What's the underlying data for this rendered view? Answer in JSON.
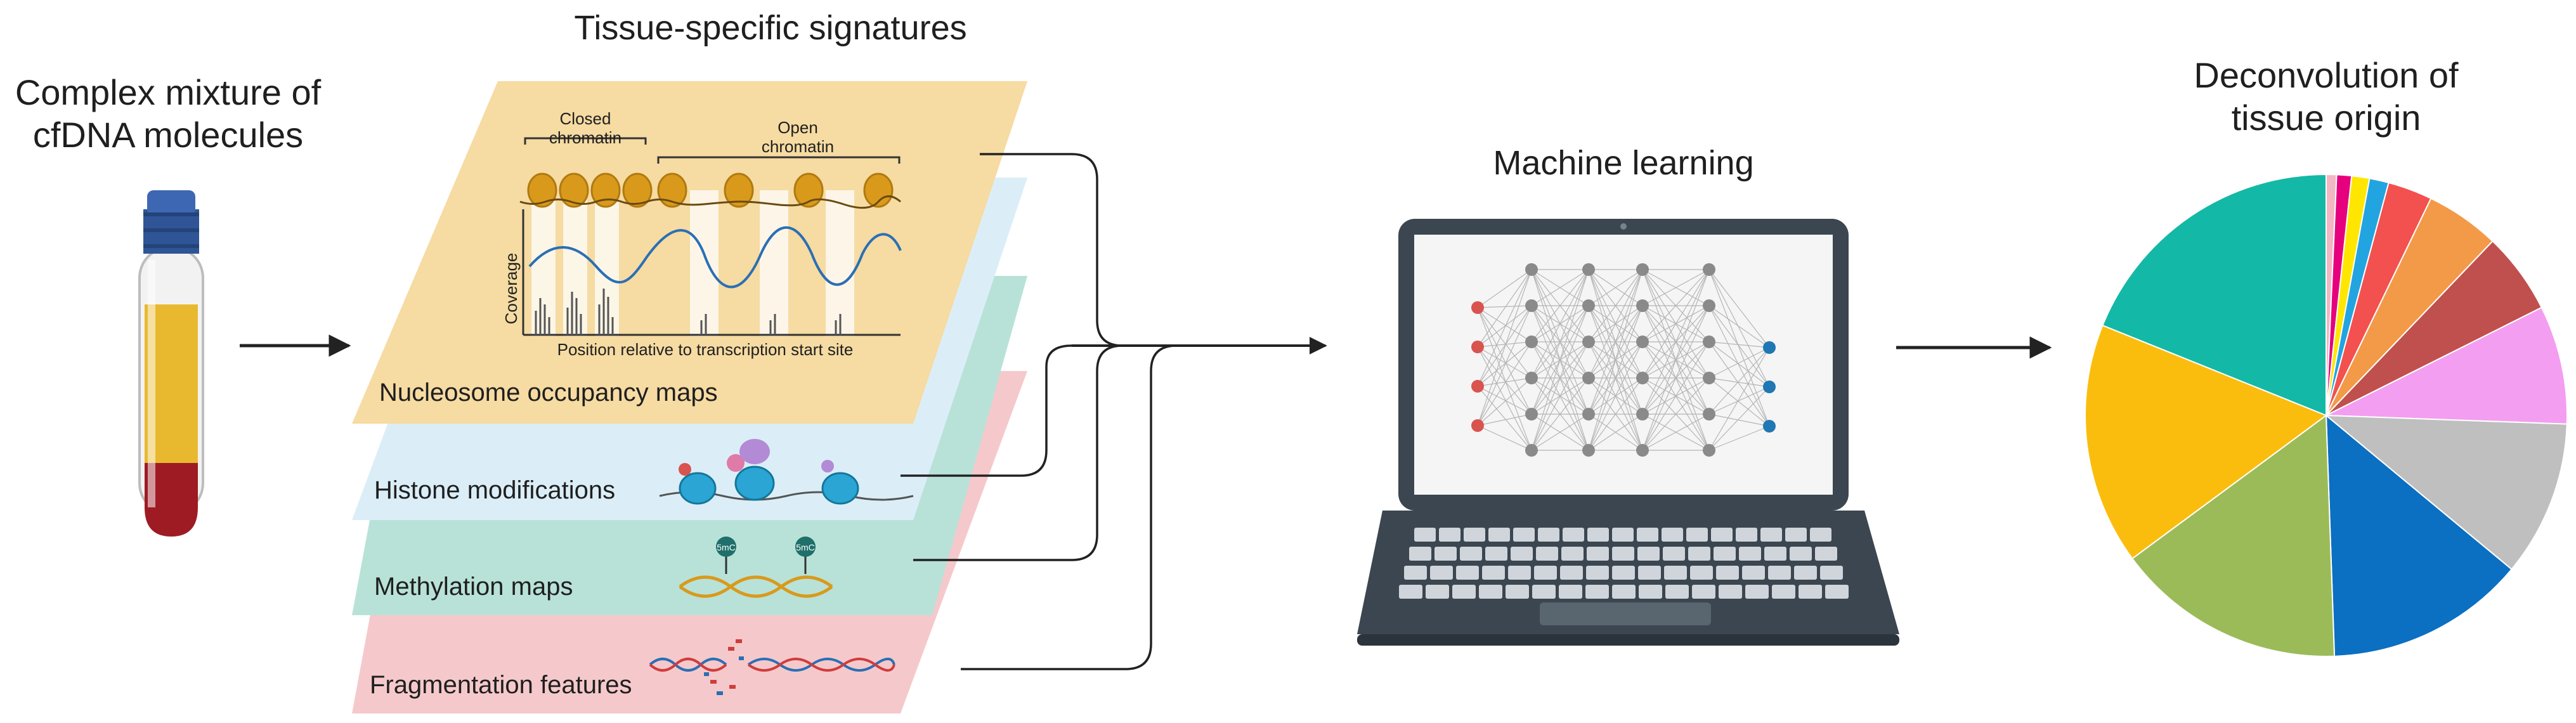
{
  "labels": {
    "input_title_line1": "Complex mixture of",
    "input_title_line2": "cfDNA molecules",
    "signatures_title": "Tissue-specific signatures",
    "ml_title": "Machine learning",
    "deconv_line1": "Deconvolution of",
    "deconv_line2": "tissue origin"
  },
  "layers": [
    {
      "id": "nucleosome",
      "label": "Nucleosome occupancy maps",
      "color": "#f6dba2"
    },
    {
      "id": "histone",
      "label": "Histone modifications",
      "color": "#dbeef7"
    },
    {
      "id": "methylation",
      "label": "Methylation maps",
      "color": "#b8e2d8"
    },
    {
      "id": "fragmentation",
      "label": "Fragmentation features",
      "color": "#f5c9cb"
    }
  ],
  "nucleosome_panel": {
    "closed_label_line1": "Closed",
    "closed_label_line2": "chromatin",
    "open_label_line1": "Open",
    "open_label_line2": "chromatin",
    "y_axis": "Coverage",
    "x_axis": "Position relative to transcription start site"
  },
  "methyl_tags": [
    "5mC",
    "5mC"
  ],
  "pie_slices": [
    {
      "color": "#f4b6c2",
      "value": 0.7
    },
    {
      "color": "#e6007e",
      "value": 1.0
    },
    {
      "color": "#ffe600",
      "value": 1.2
    },
    {
      "color": "#22a4e0",
      "value": 1.3
    },
    {
      "color": "#f2514f",
      "value": 3.0
    },
    {
      "color": "#f39a48",
      "value": 5.0
    },
    {
      "color": "#c0504d",
      "value": 5.5
    },
    {
      "color": "#f39ef0",
      "value": 8.0
    },
    {
      "color": "#bfbfbf",
      "value": 10.5
    },
    {
      "color": "#0b6fc2",
      "value": 13.5
    },
    {
      "color": "#9bbb59",
      "value": 15.5
    },
    {
      "color": "#fbbd0d",
      "value": 16.3
    },
    {
      "color": "#14b8a6",
      "value": 19.0
    }
  ],
  "colors": {
    "text": "#1f1f1f",
    "arrow": "#222222",
    "tube_cap": "#2f5597",
    "plasma": "#e8b92f",
    "blood": "#9e1b24",
    "laptop_body": "#3b4650",
    "histone_blue": "#2aa5d4",
    "nucleosome_orange": "#d99a1c",
    "dna_blue": "#2a6fb5",
    "dna_red": "#d03c3c",
    "nn_input": "#d9534f",
    "nn_hidden": "#8a8a8a",
    "nn_output": "#1f77b4"
  }
}
